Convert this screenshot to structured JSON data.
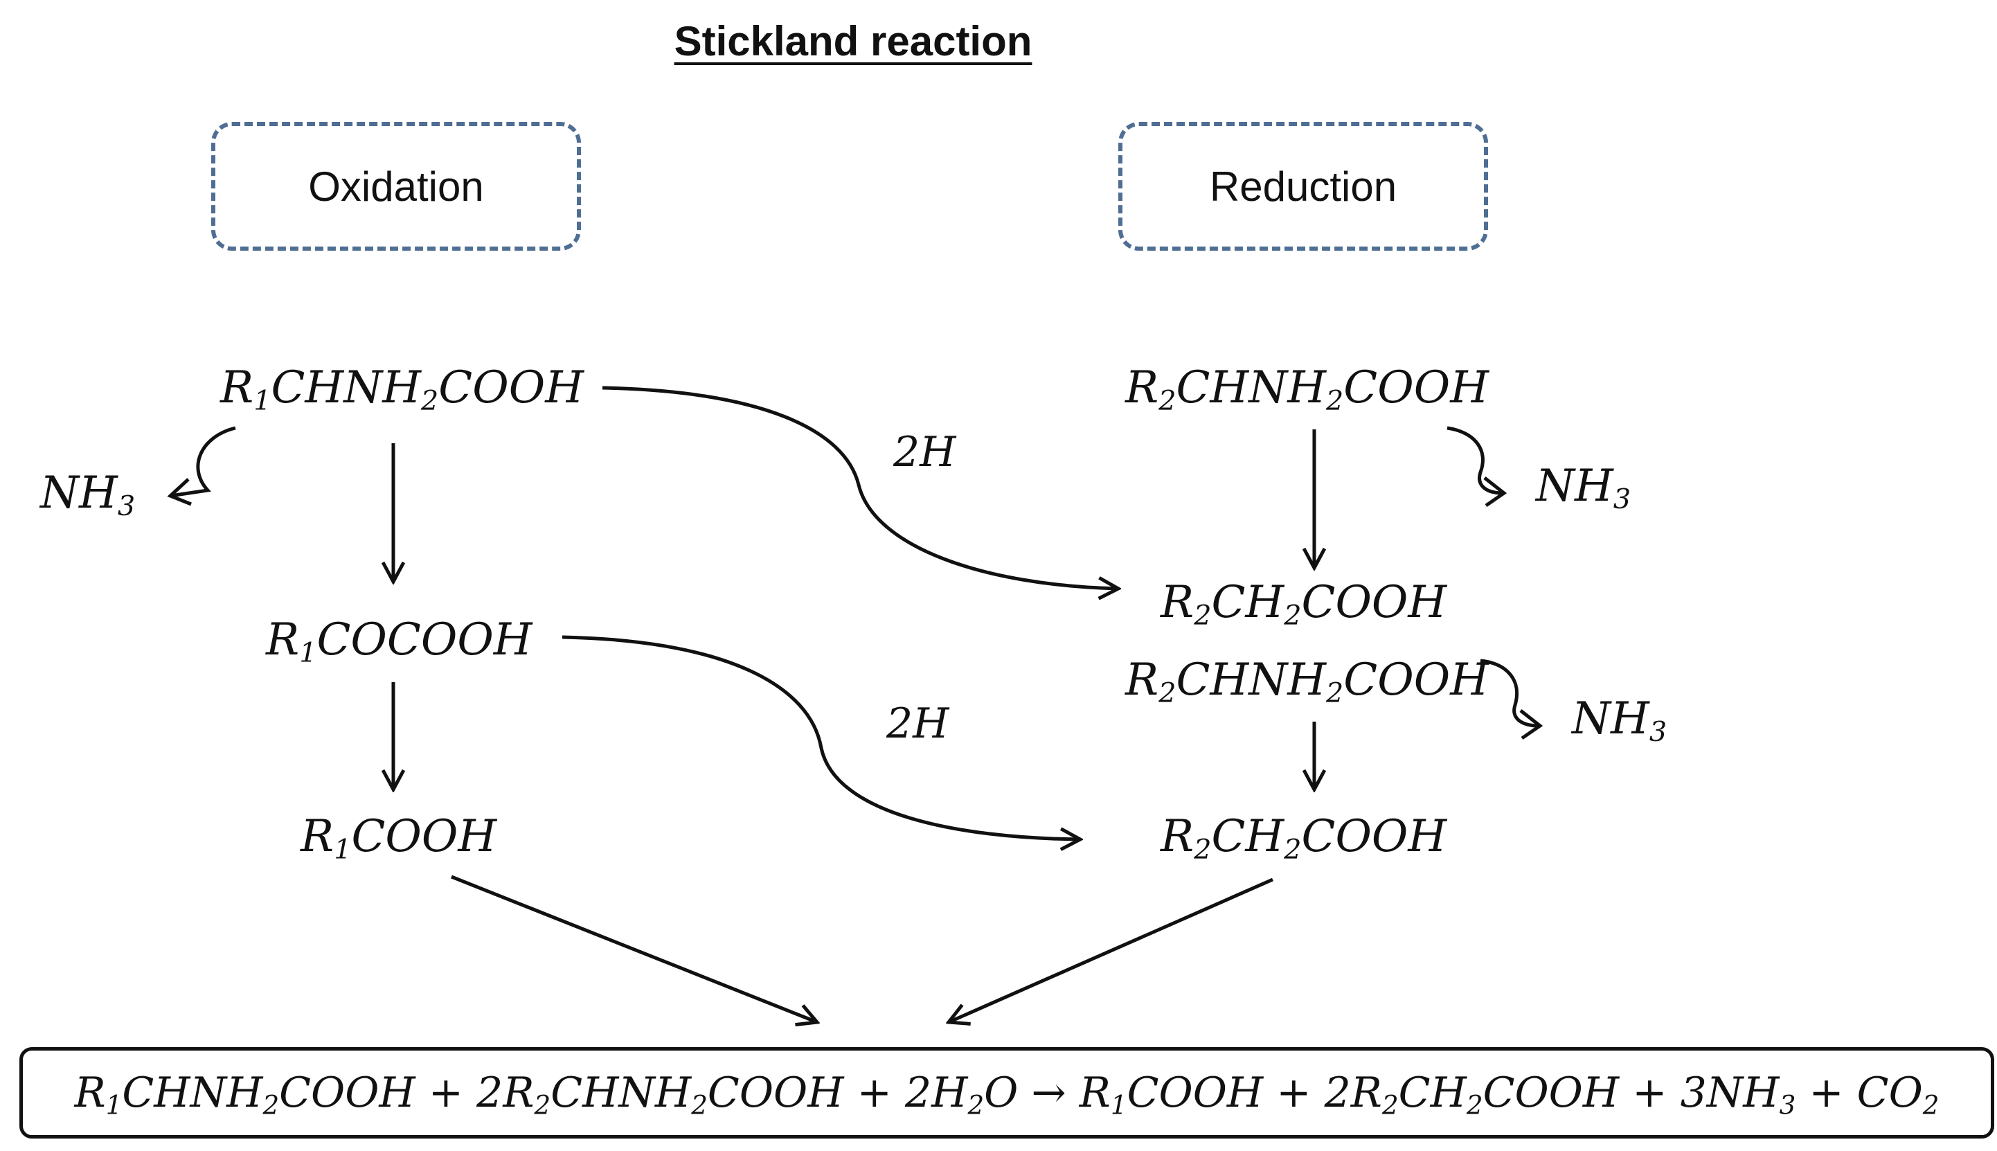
{
  "title": "Stickland reaction",
  "phases": {
    "oxidation": "Oxidation",
    "reduction": "Reduction"
  },
  "oxidation_pathway": [
    {
      "main": "R",
      "sub": "1",
      "rest": "CHNH",
      "sub2": "2",
      "rest2": "COOH"
    },
    {
      "main": "R",
      "sub": "1",
      "rest": "COCOOH"
    },
    {
      "main": "R",
      "sub": "1",
      "rest": "COOH"
    }
  ],
  "reduction_pathway": [
    {
      "main": "R",
      "sub": "2",
      "rest": "CHNH",
      "sub2": "2",
      "rest2": "COOH"
    },
    {
      "main": "R",
      "sub": "2",
      "rest": "CH",
      "sub2": "2",
      "rest2": "COOH"
    },
    {
      "main": "R",
      "sub": "2",
      "rest": "CHNH",
      "sub2": "2",
      "rest2": "COOH"
    },
    {
      "main": "R",
      "sub": "2",
      "rest": "CH",
      "sub2": "2",
      "rest2": "COOH"
    }
  ],
  "byproducts": {
    "nh3_main": "NH",
    "nh3_sub": "3"
  },
  "hydrogen_transfer": [
    "2H",
    "2H"
  ],
  "overall_equation": [
    {
      "t": "R"
    },
    {
      "s": "1"
    },
    {
      "t": "CHNH"
    },
    {
      "s": "2"
    },
    {
      "t": "COOH + 2R"
    },
    {
      "s": "2"
    },
    {
      "t": "CHNH"
    },
    {
      "s": "2"
    },
    {
      "t": "COOH + 2H"
    },
    {
      "s": "2"
    },
    {
      "t": "O → R"
    },
    {
      "s": "1"
    },
    {
      "t": "COOH + 2R"
    },
    {
      "s": "2"
    },
    {
      "t": "CH"
    },
    {
      "s": "2"
    },
    {
      "t": "COOH + 3NH"
    },
    {
      "s": "3"
    },
    {
      "t": " + CO"
    },
    {
      "s": "2"
    }
  ],
  "colors": {
    "box_dash": "#4f6e93",
    "ink": "#111111"
  }
}
